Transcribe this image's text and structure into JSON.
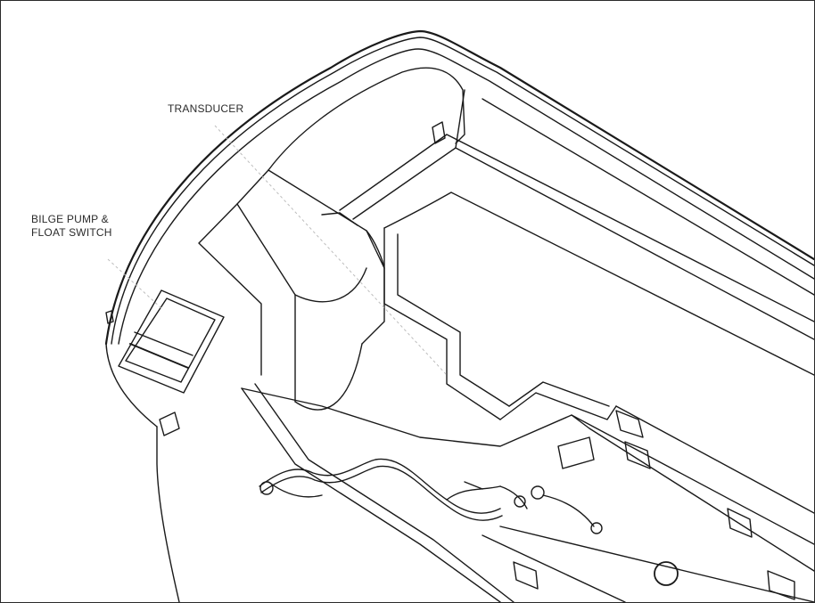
{
  "diagram": {
    "labels": {
      "transducer": "TRANSDUCER",
      "bilge_line1": "BILGE PUMP &",
      "bilge_line2": "FLOAT SWITCH"
    },
    "colors": {
      "line": "#1a1a1a",
      "leader": "#bdbdbd",
      "background": "#ffffff"
    }
  }
}
